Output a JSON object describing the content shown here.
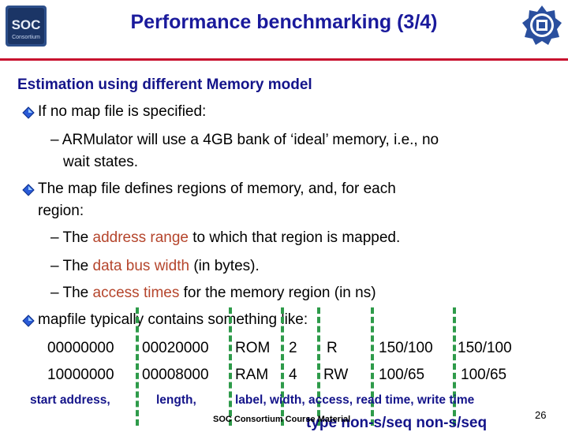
{
  "slide": {
    "title": "Performance benchmarking (3/4)",
    "heading": "Estimation using different Memory model",
    "bullets": [
      {
        "text": "If no map file is specified:",
        "sub": [
          {
            "parts": [
              "– ARMulator will use a 4GB bank of ‘ideal’ memory, i.e., no"
            ]
          },
          {
            "parts": [
              "wait states."
            ]
          }
        ]
      },
      {
        "text_line1": "The map file defines regions of memory, and, for each",
        "text_line2": "region:",
        "sub": [
          {
            "pre": "– The ",
            "hl": "address range",
            "post": " to which that region is mapped."
          },
          {
            "pre": "– The ",
            "hl": "data bus width",
            "post": " (in bytes)."
          },
          {
            "pre": "– The ",
            "hl": "access times",
            "post": " for the memory region (in ns)"
          }
        ]
      },
      {
        "text": "mapfile typically contains something like:"
      }
    ],
    "map_rows": [
      [
        "00000000",
        "00020000",
        "ROM",
        "2",
        "R",
        "150/100",
        "150/100"
      ],
      [
        "10000000",
        "00008000",
        "RAM",
        "4",
        "RW",
        "100/65",
        "100/65"
      ]
    ],
    "field_labels": [
      "start address,",
      "length,",
      "label, width, access, read time, write time"
    ],
    "overflow_text": "type  non-s/seq  non-s/seq",
    "footer": "SOC Consortium Course Material",
    "page_number": "26",
    "colors": {
      "title": "#1a1a9c",
      "accent_rule": "#c8102e",
      "highlight": "#b5452c",
      "dashes": "#2e9b4a"
    },
    "logos": {
      "left": "soc-consortium-logo",
      "right": "university-emblem-logo"
    }
  }
}
